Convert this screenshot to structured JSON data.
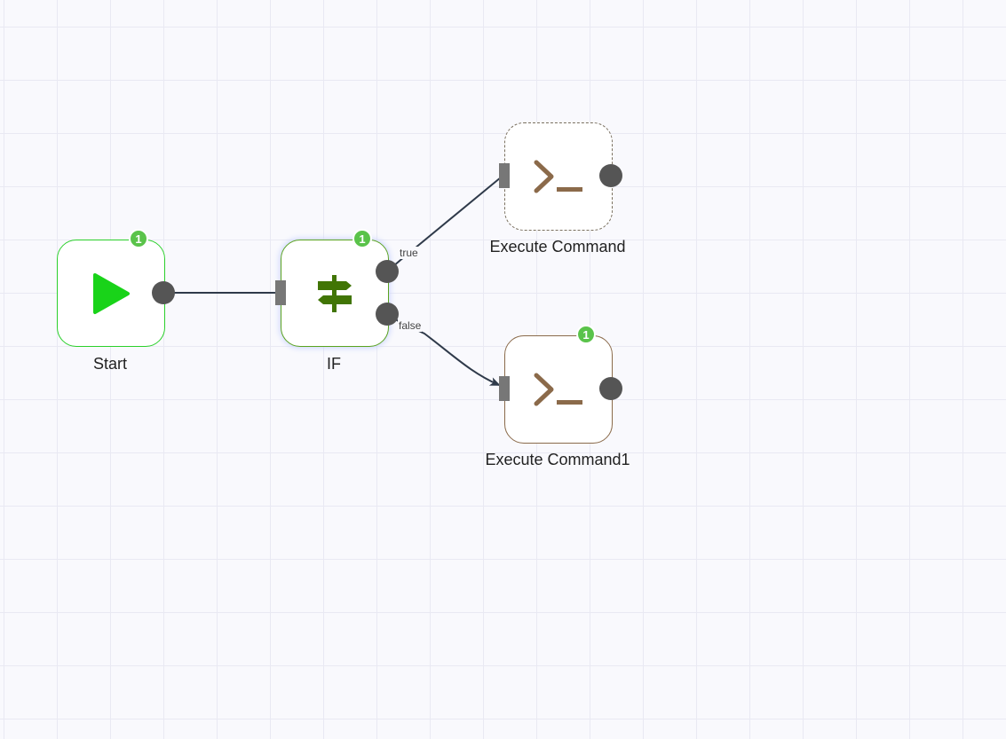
{
  "workflow": {
    "nodes": {
      "start": {
        "name": "Start",
        "badge": "1",
        "icon": "play-icon"
      },
      "if": {
        "name": "IF",
        "badge": "1",
        "icon": "signpost-icon"
      },
      "execute_command": {
        "name": "Execute Command",
        "icon": "terminal-icon"
      },
      "execute_command1": {
        "name": "Execute Command1",
        "badge": "1",
        "icon": "terminal-icon"
      }
    },
    "edges": {
      "true_label": "true",
      "false_label": "false"
    }
  },
  "colors": {
    "start_icon": "#19d319",
    "if_icon": "#417505",
    "terminal_icon": "#8b6a4a",
    "badge": "#5ac34a",
    "edge": "#2f3a4a"
  }
}
